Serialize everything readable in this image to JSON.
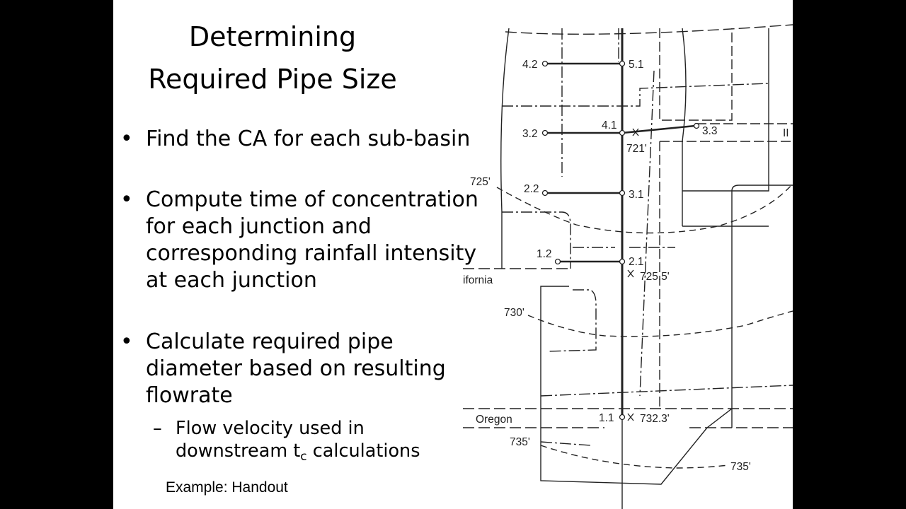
{
  "slide": {
    "title_line1": "Determining",
    "title_line2": "Required Pipe Size",
    "bullet_marker": "•",
    "bullets": [
      "Find the CA for each sub-basin",
      "Compute time of concentration for each junction and corresponding rainfall intensity at each junction",
      "Calculate required pipe diameter based on resulting flowrate"
    ],
    "sub_bullet": {
      "dash": "–",
      "line1": "Flow velocity used in",
      "line2_prefix": "downstream t",
      "line2_subscript": "c",
      "line2_suffix": " calculations"
    },
    "example": "Example: Handout"
  },
  "map": {
    "nodes": [
      "5.1",
      "4.2",
      "4.1",
      "3.2",
      "3.3",
      "3.1",
      "2.2",
      "2.1",
      "1.2",
      "1.1"
    ],
    "elevations": [
      "721'",
      "725.5'",
      "732.3'"
    ],
    "contours": [
      "725'",
      "730'",
      "735'",
      "735'"
    ],
    "streets": [
      "ifornia",
      "Oregon"
    ],
    "edge_mark": "II"
  }
}
